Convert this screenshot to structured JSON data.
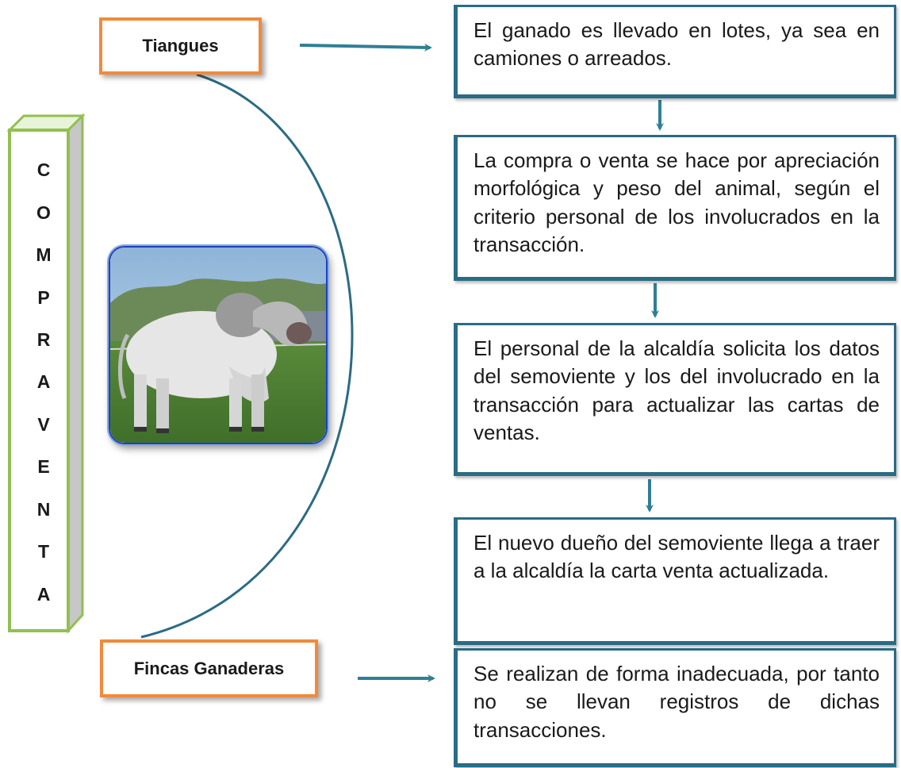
{
  "sidebar": {
    "letters": [
      "C",
      "O",
      "M",
      "P",
      "R",
      "A",
      "V",
      "E",
      "N",
      "T",
      "A"
    ]
  },
  "tags": {
    "tiangues": "Tiangues",
    "fincas": "Fincas Ganaderas"
  },
  "flow": {
    "step1": "El ganado es llevado en lotes, ya sea en camiones o arreados.",
    "step2": "La compra o venta se hace por apreciación morfológica y peso del animal, según el criterio personal de los involucrados en la transacción.",
    "step3": "El personal de la alcaldía solicita los datos del semoviente y los del involucrado en la transacción para actualizar las cartas de ventas.",
    "step4": "El nuevo dueño del semoviente llega a traer a la alcaldía la carta venta actualizada.",
    "fincas_note": "Se realizan de forma inadecuada, por tanto no se llevan registros de dichas transacciones."
  },
  "colors": {
    "arrow": "#2f7f95",
    "box_border": "#2b6b84",
    "tag_border": "#f08a3c",
    "sidebar_border": "#92c050"
  }
}
